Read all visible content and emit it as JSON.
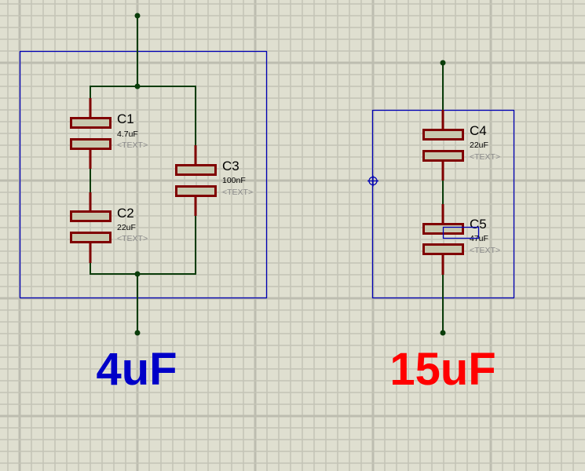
{
  "schematic": {
    "background_color": "#dfdfd0",
    "wire_color": "#0a3d0a",
    "pin_color": "#800000",
    "plate_fill": "#c8c8ae",
    "selection_color": "#0000b4",
    "circuit_left": {
      "topology": "parallel (C1 series C2) with C3",
      "components": [
        {
          "ref": "C1",
          "value": "4.7uF",
          "text": "<TEXT>"
        },
        {
          "ref": "C2",
          "value": "22uF",
          "text": "<TEXT>"
        },
        {
          "ref": "C3",
          "value": "100nF",
          "text": "<TEXT>"
        }
      ],
      "result_label": "4uF",
      "result_color": "#0000c8"
    },
    "circuit_right": {
      "topology": "series C4 with C5",
      "components": [
        {
          "ref": "C4",
          "value": "22uF",
          "text": "<TEXT>"
        },
        {
          "ref": "C5",
          "value": "47uF",
          "text": "<TEXT>"
        }
      ],
      "result_label": "15uF",
      "result_color": "#ff0000"
    }
  }
}
